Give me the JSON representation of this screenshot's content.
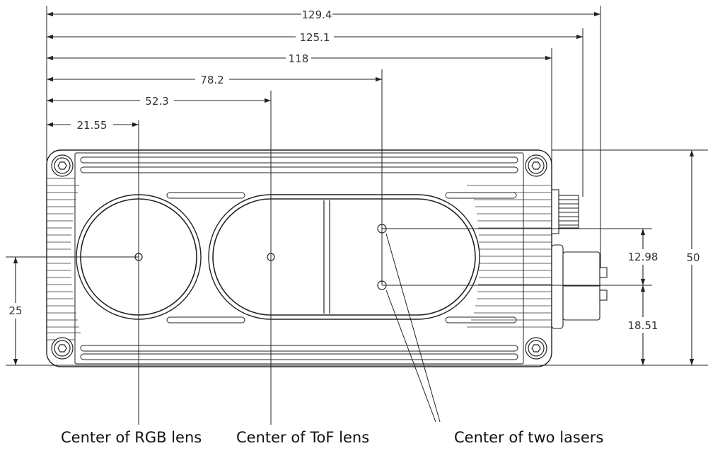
{
  "dimensions": {
    "top": [
      "129.4",
      "125.1",
      "118",
      "78.2",
      "52.3",
      "21.55"
    ],
    "lower_right": "12.98",
    "right_lower": "18.51",
    "height": "50",
    "left": "25"
  },
  "callouts": {
    "rgb": "Center of RGB lens",
    "tof": "Center of ToF lens",
    "lasers": "Center of two lasers"
  },
  "colors": {
    "line": "#222222",
    "text": "#333333"
  }
}
